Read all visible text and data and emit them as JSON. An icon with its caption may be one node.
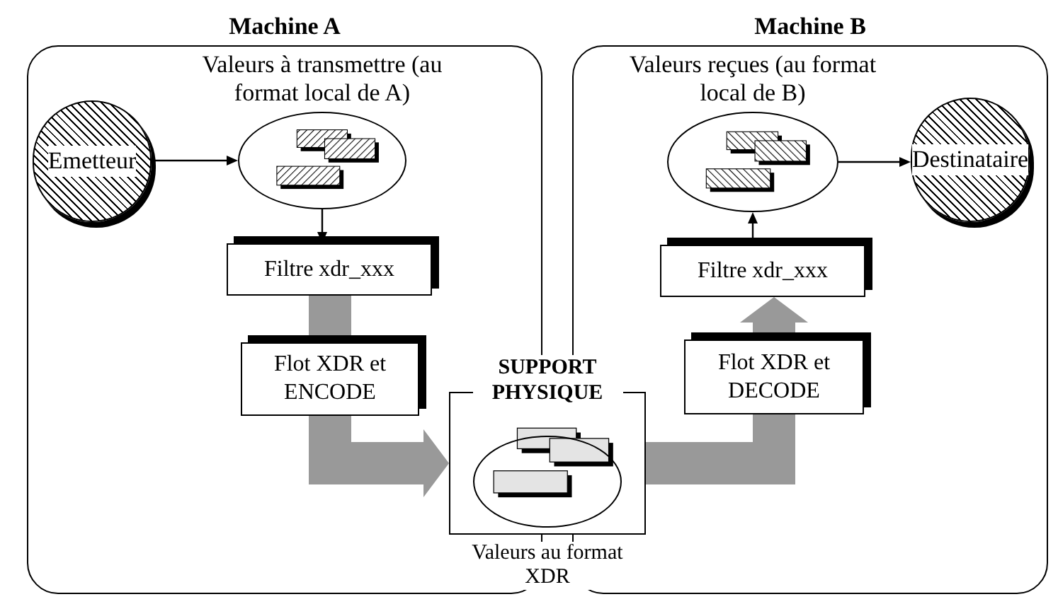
{
  "diagram": {
    "nodes": [
      {
        "text": [
          "Machine A"
        ]
      },
      {
        "text": [
          "Machine B"
        ]
      },
      {
        "text": [
          "Emetteur"
        ],
        "in": 0
      },
      {
        "text": [
          "Valeurs à transmettre (au format local de A)"
        ],
        "in": 0
      },
      {
        "text": [
          "Filtre xdr_xxx"
        ],
        "in": 0
      },
      {
        "text": [
          "Flot XDR et ENCODE"
        ],
        "in": 0
      },
      {
        "text": [
          "SUPPORT PHYSIQUE"
        ],
        "beside": [
          "Valeurs au format XDR"
        ]
      },
      {
        "text": [
          "Flot XDR et DECODE"
        ],
        "in": 1
      },
      {
        "text": [
          "Filtre xdr_xxx"
        ],
        "in": 1
      },
      {
        "text": [
          "Valeurs reçues (au format local de B)"
        ],
        "in": 1
      },
      {
        "text": [
          "Destinataire"
        ],
        "in": 1
      }
    ],
    "edges": [
      {
        "from": 2,
        "to": 3,
        "arrow": "to",
        "color": "#000000"
      },
      {
        "from": 3,
        "to": 4,
        "arrow": "to",
        "color": "#000000"
      },
      {
        "from": 4,
        "to": 5,
        "arrow": "none",
        "style": "thick",
        "color": "#999999"
      },
      {
        "from": 5,
        "to": 6,
        "arrow": "to",
        "style": "thick",
        "color": "#999999"
      },
      {
        "from": 6,
        "to": 7,
        "arrow": "none",
        "style": "thick",
        "color": "#999999"
      },
      {
        "from": 7,
        "to": 8,
        "arrow": "to",
        "style": "thick",
        "color": "#999999"
      },
      {
        "from": 8,
        "to": 9,
        "arrow": "to",
        "color": "#000000"
      },
      {
        "from": 9,
        "to": 10,
        "arrow": "to",
        "color": "#000000"
      }
    ]
  }
}
